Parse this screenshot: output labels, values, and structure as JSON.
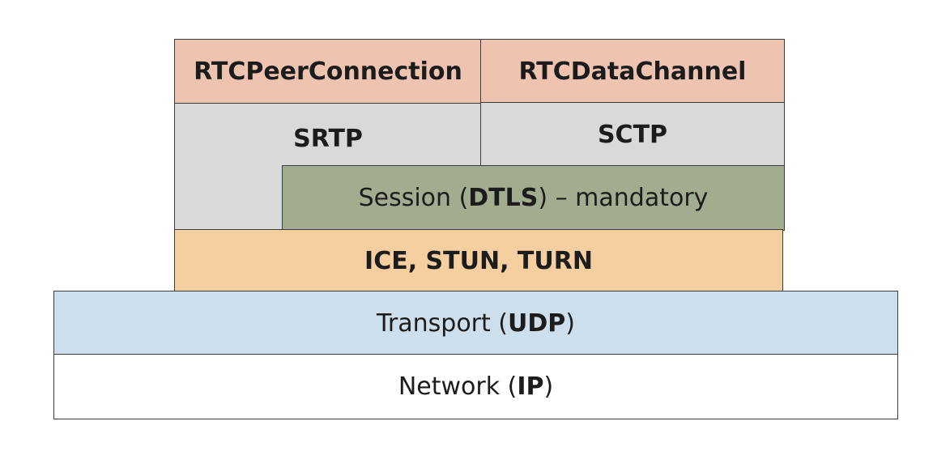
{
  "layers": {
    "rtc_peer_connection": "RTCPeerConnection",
    "rtc_data_channel": "RTCDataChannel",
    "srtp": "SRTP",
    "sctp": "SCTP",
    "session": {
      "prefix": "Session (",
      "bold": "DTLS",
      "suffix": ") – mandatory"
    },
    "ice": "ICE, STUN, TURN",
    "transport": {
      "prefix": "Transport (",
      "bold": "UDP",
      "suffix": ")"
    },
    "network": {
      "prefix": "Network (",
      "bold": "IP",
      "suffix": ")"
    }
  },
  "colors": {
    "api_layer": "#eec4b1",
    "security_layer": "#d9d9d9",
    "session_layer": "#a2ad90",
    "ice_layer": "#f6cfa0",
    "transport_layer": "#cddeec",
    "network_layer": "#ffffff"
  }
}
